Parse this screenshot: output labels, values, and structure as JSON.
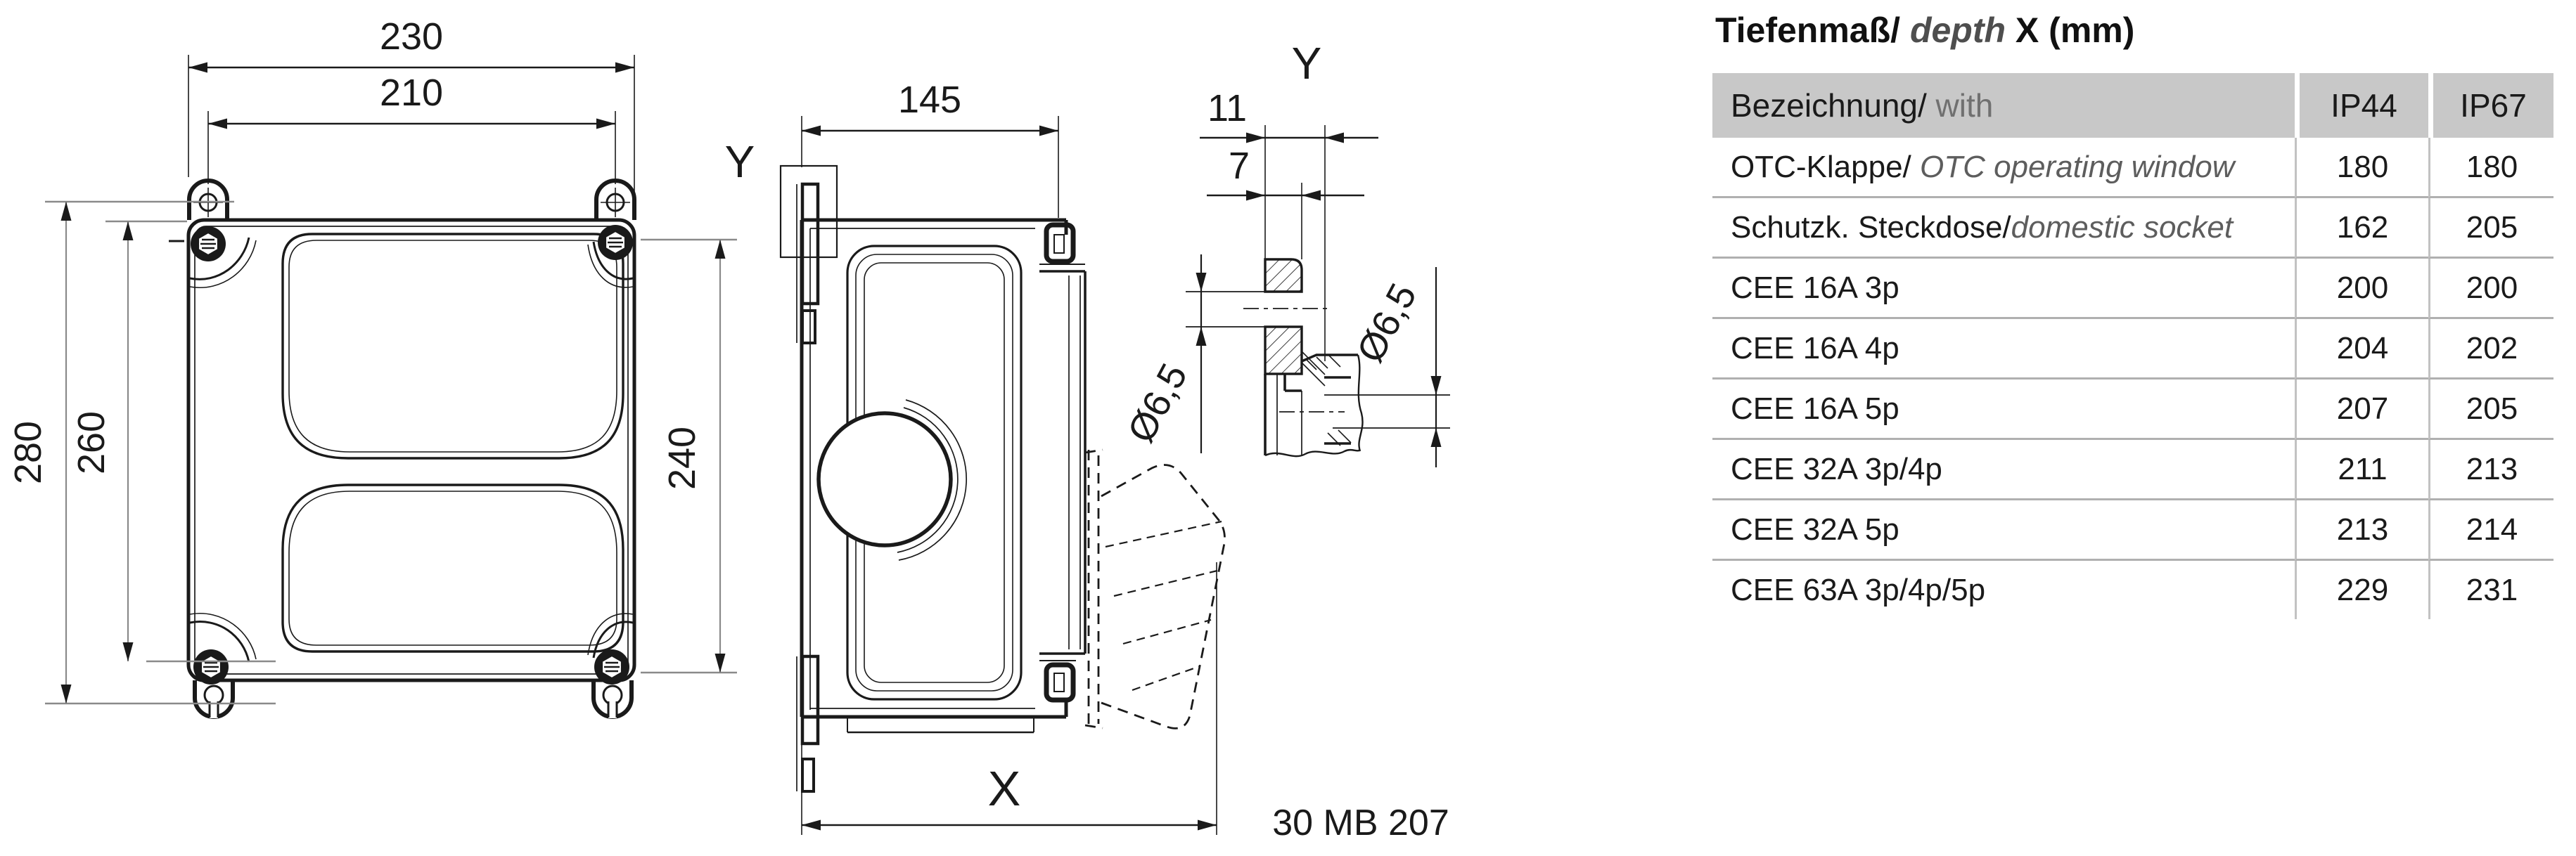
{
  "drawing": {
    "front_view": {
      "dim_width_outer": "230",
      "dim_width_inner": "210",
      "dim_height_outer": "280",
      "dim_height_mid": "260",
      "dim_height_right": "240"
    },
    "side_view": {
      "dim_depth": "145",
      "depth_label": "X",
      "section_label": "Y",
      "part_number": "30 MB 207"
    },
    "detail_view": {
      "section_label": "Y",
      "dim_total": "11",
      "dim_plate": "7",
      "dia_top": "Ø6,5",
      "dia_bottom": "Ø6,5"
    }
  },
  "table": {
    "title_de": "Tiefenmaß/",
    "title_en": " depth",
    "title_suffix": " X (mm)",
    "header": {
      "col_label_de": "Bezeichnung/",
      "col_label_en": " with",
      "col_ip44": "IP44",
      "col_ip67": "IP67"
    },
    "rows": [
      {
        "label_de": "OTC-Klappe/ ",
        "label_en": "OTC operating window",
        "ip44": "180",
        "ip67": "180"
      },
      {
        "label_de": "Schutzk. Steckdose/",
        "label_en": "domestic socket",
        "ip44": "162",
        "ip67": "205"
      },
      {
        "label_de": "CEE 16A 3p",
        "label_en": "",
        "ip44": "200",
        "ip67": "200"
      },
      {
        "label_de": "CEE 16A 4p",
        "label_en": "",
        "ip44": "204",
        "ip67": "202"
      },
      {
        "label_de": "CEE 16A 5p",
        "label_en": "",
        "ip44": "207",
        "ip67": "205"
      },
      {
        "label_de": "CEE 32A 3p/4p",
        "label_en": "",
        "ip44": "211",
        "ip67": "213"
      },
      {
        "label_de": "CEE 32A 5p",
        "label_en": "",
        "ip44": "213",
        "ip67": "214"
      },
      {
        "label_de": "CEE 63A 3p/4p/5p",
        "label_en": "",
        "ip44": "229",
        "ip67": "231"
      }
    ]
  },
  "colors": {
    "line": "#1a1a1a",
    "gray_line": "#8a8a8a",
    "header_bg": "#c8c8c8",
    "grid_line": "#b0b0b0",
    "muted_text": "#5d5d5d"
  }
}
